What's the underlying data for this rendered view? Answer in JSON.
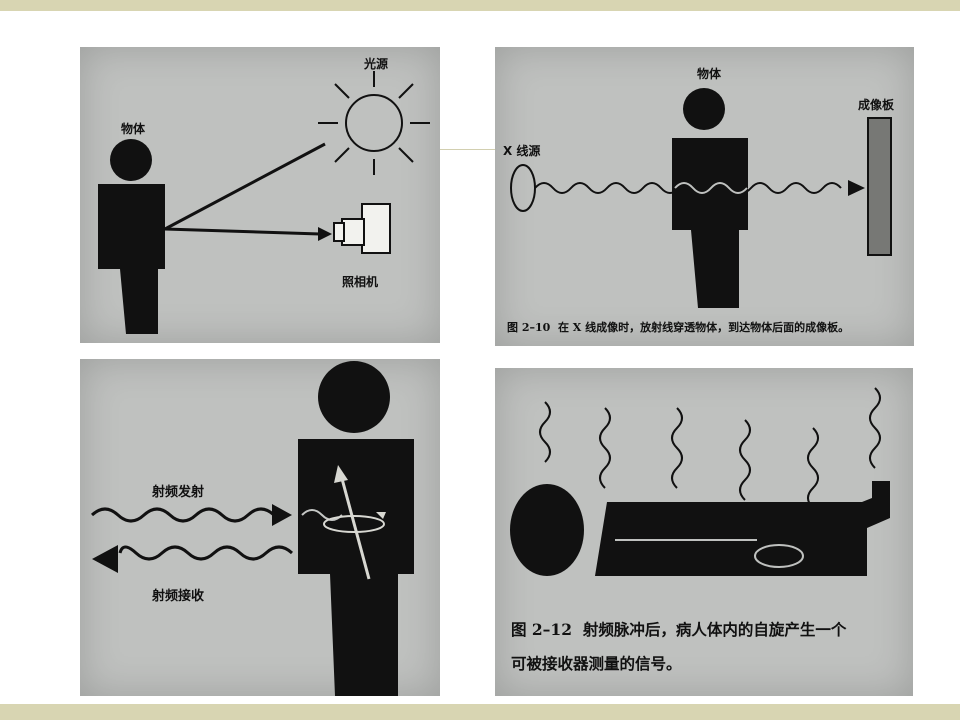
{
  "slide": {
    "band_color": "#d8d5b2",
    "panel_color": "#bfc1bf",
    "ink_color": "#111111"
  },
  "panel1": {
    "object_label": "物体",
    "light_label": "光源",
    "camera_label": "照相机"
  },
  "panel2": {
    "object_label": "物体",
    "source_label": "X 线源",
    "plate_label": "成像板",
    "caption_fig": "图 2–10",
    "caption_text": "在 X 线成像时，放射线穿透物体，到达物体后面的成像板。"
  },
  "panel3": {
    "transmit_label": "射频发射",
    "receive_label": "射频接收"
  },
  "panel4": {
    "caption_fig": "图 2–12",
    "caption_line1": "射频脉冲后，病人体内的自旋产生一个",
    "caption_line2": "可被接收器测量的信号。"
  }
}
